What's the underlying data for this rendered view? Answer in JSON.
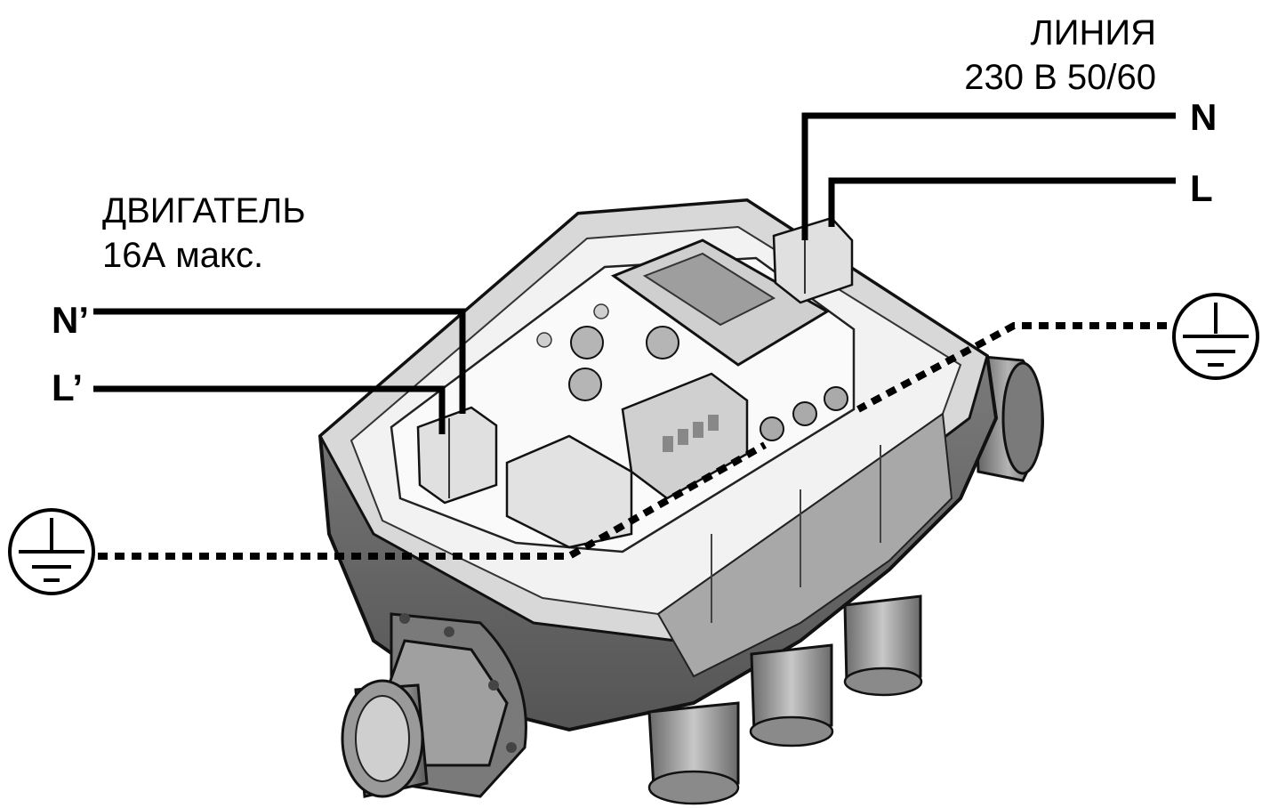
{
  "line": {
    "title_line1": "ЛИНИЯ",
    "title_line2": "230 В 50/60",
    "terminal_n": "N",
    "terminal_l": "L"
  },
  "motor": {
    "title_line1": "ДВИГАТЕЛЬ",
    "title_line2": "16А макс.",
    "terminal_n": "N’",
    "terminal_l": "L’"
  },
  "icons": {
    "ground_line": "ground-symbol-icon",
    "ground_motor": "ground-symbol-icon"
  },
  "colors": {
    "ink": "#000000",
    "body_dark": "#6e6e6e",
    "body_light": "#e6e6e6"
  }
}
